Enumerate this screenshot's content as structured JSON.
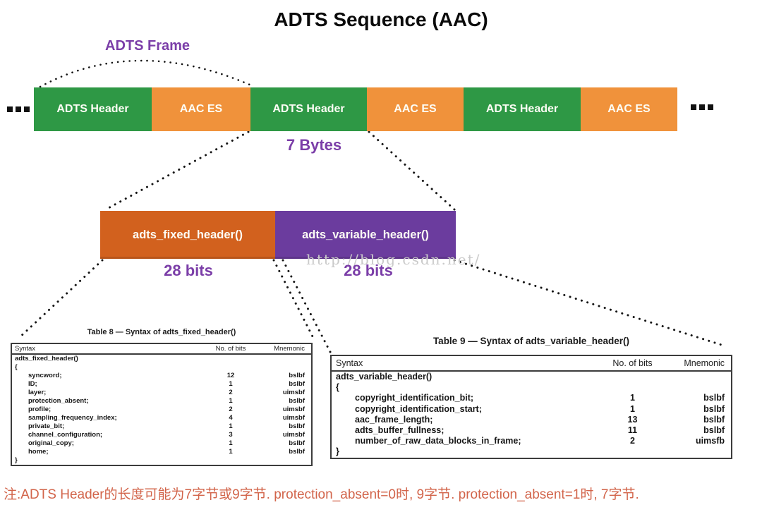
{
  "title": "ADTS Sequence (AAC)",
  "frame": {
    "label": "ADTS Frame",
    "left_ellipsis": "...",
    "right_ellipsis": "...",
    "blocks": [
      {
        "label": "ADTS Header",
        "type": "header"
      },
      {
        "label": "AAC ES",
        "type": "es"
      },
      {
        "label": "ADTS Header",
        "type": "header"
      },
      {
        "label": "AAC ES",
        "type": "es"
      },
      {
        "label": "ADTS Header",
        "type": "header"
      },
      {
        "label": "AAC ES",
        "type": "es"
      }
    ],
    "header_size": "7 Bytes"
  },
  "header_split": {
    "fixed_label": "adts_fixed_header()",
    "fixed_size": "28 bits",
    "variable_label": "adts_variable_header()",
    "variable_size": "28 bits"
  },
  "watermark": "http://blog.csdn.net/",
  "colors": {
    "header_block": "#2e9845",
    "es_block": "#f0923b",
    "fixed_block": "#d2611e",
    "variable_block": "#6b3c9e",
    "purple_text": "#7b3ea8",
    "footnote_text": "#d2644a"
  },
  "table8": {
    "title": "Table 8 — Syntax of adts_fixed_header()",
    "columns": {
      "syntax": "Syntax",
      "bits": "No. of bits",
      "mnemonic": "Mnemonic"
    },
    "rows": [
      {
        "s": "adts_fixed_header()",
        "b": "",
        "m": ""
      },
      {
        "s": "{",
        "b": "",
        "m": ""
      },
      {
        "s": "syncword;",
        "b": "12",
        "m": "bslbf"
      },
      {
        "s": "ID;",
        "b": "1",
        "m": "bslbf"
      },
      {
        "s": "layer;",
        "b": "2",
        "m": "uimsbf"
      },
      {
        "s": "protection_absent;",
        "b": "1",
        "m": "bslbf"
      },
      {
        "s": "profile;",
        "b": "2",
        "m": "uimsbf"
      },
      {
        "s": "sampling_frequency_index;",
        "b": "4",
        "m": "uimsbf"
      },
      {
        "s": "private_bit;",
        "b": "1",
        "m": "bslbf"
      },
      {
        "s": "channel_configuration;",
        "b": "3",
        "m": "uimsbf"
      },
      {
        "s": "original_copy;",
        "b": "1",
        "m": "bslbf"
      },
      {
        "s": "home;",
        "b": "1",
        "m": "bslbf"
      },
      {
        "s": "}",
        "b": "",
        "m": ""
      }
    ]
  },
  "table9": {
    "title": "Table 9 — Syntax of adts_variable_header()",
    "columns": {
      "syntax": "Syntax",
      "bits": "No. of bits",
      "mnemonic": "Mnemonic"
    },
    "rows": [
      {
        "s": "adts_variable_header()",
        "b": "",
        "m": ""
      },
      {
        "s": "{",
        "b": "",
        "m": ""
      },
      {
        "s": "copyright_identification_bit;",
        "b": "1",
        "m": "bslbf"
      },
      {
        "s": "copyright_identification_start;",
        "b": "1",
        "m": "bslbf"
      },
      {
        "s": "aac_frame_length;",
        "b": "13",
        "m": "bslbf"
      },
      {
        "s": "adts_buffer_fullness;",
        "b": "11",
        "m": "bslbf"
      },
      {
        "s": "number_of_raw_data_blocks_in_frame;",
        "b": "2",
        "m": "uimsfb"
      },
      {
        "s": "}",
        "b": "",
        "m": ""
      }
    ]
  },
  "footnote": "注:ADTS Header的长度可能为7字节或9字节. protection_absent=0时, 9字节. protection_absent=1时, 7字节."
}
